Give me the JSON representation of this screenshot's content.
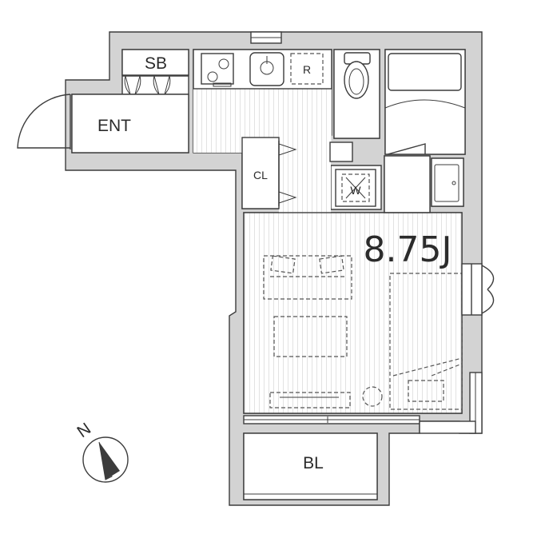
{
  "rooms": {
    "storage_box": "SB",
    "entrance": "ENT",
    "closet": "CL",
    "refrigerator": "R",
    "balcony": "BL"
  },
  "main_room": {
    "area": "8.75J"
  },
  "compass": {
    "north": "N"
  },
  "colors": {
    "wall": "#d3d3d3",
    "outline": "#3c3c3c",
    "floor_stripe": "#e2e2e2"
  }
}
